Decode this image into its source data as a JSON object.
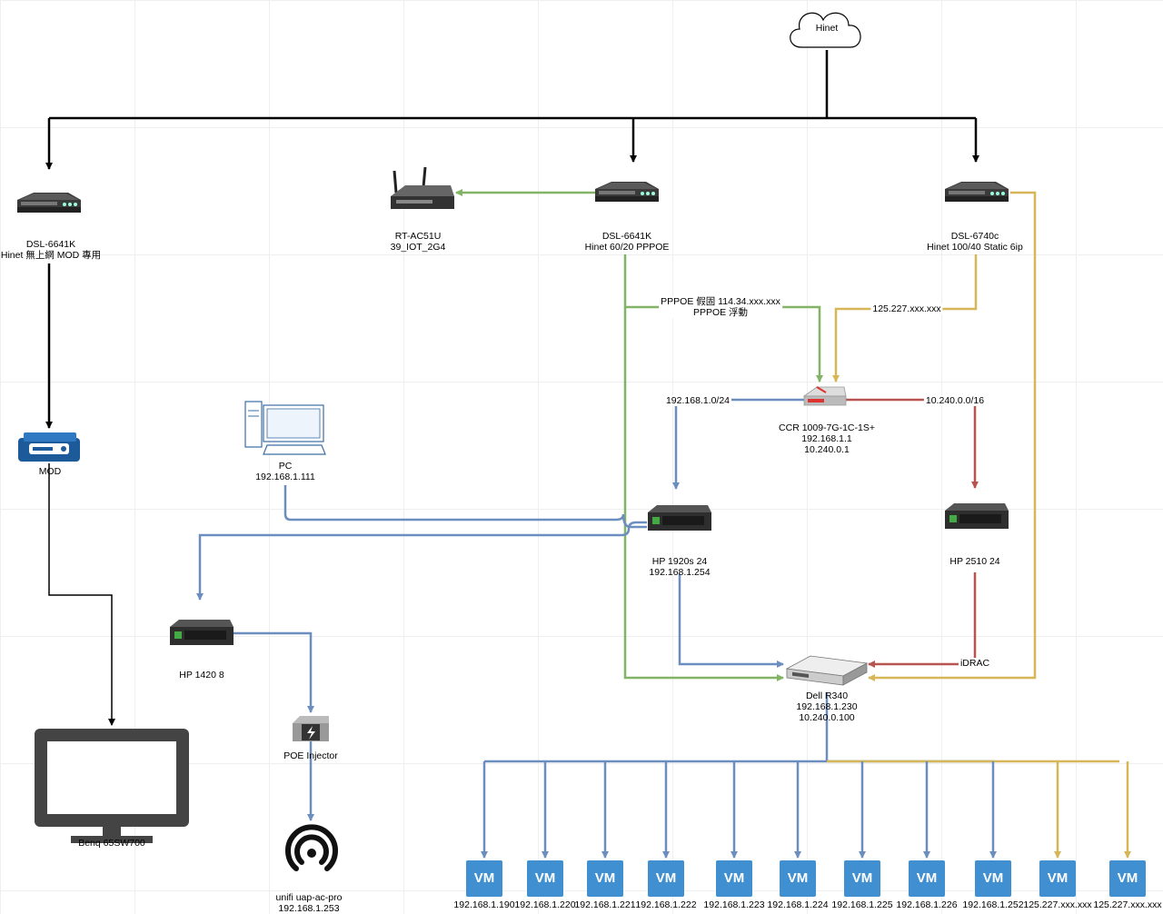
{
  "cloud": {
    "label": "Hinet"
  },
  "devices": {
    "modem_mod": {
      "name": "DSL-6641K",
      "desc": "Hinet 無上網 MOD 專用"
    },
    "router_rt": {
      "name": "RT-AC51U",
      "desc": "39_IOT_2G4"
    },
    "modem_pppoe": {
      "name": "DSL-6641K",
      "desc": "Hinet 60/20 PPPOE"
    },
    "modem_static": {
      "name": "DSL-6740c",
      "desc": "Hinet 100/40 Static 6ip"
    },
    "mod_box": {
      "name": "MOD"
    },
    "pc": {
      "name": "PC",
      "ip": "192.168.1.111"
    },
    "ccr": {
      "name": "CCR 1009-7G-1C-1S+",
      "ip1": "192.168.1.1",
      "ip2": "10.240.0.1"
    },
    "hp1920": {
      "name": "HP 1920s 24",
      "ip": "192.168.1.254"
    },
    "hp2510": {
      "name": "HP 2510 24"
    },
    "hp1420": {
      "name": "HP 1420 8"
    },
    "poe": {
      "name": "POE Injector"
    },
    "dell": {
      "name": "Dell R340",
      "ip1": "192.168.1.230",
      "ip2": "10.240.0.100"
    },
    "tv": {
      "name": "Benq 65SW700"
    },
    "unifi": {
      "name": "unifi uap-ac-pro",
      "ip": "192.168.1.253"
    }
  },
  "edge_labels": {
    "pppoe": {
      "line1": "PPPOE 假固 114.34.xxx.xxx",
      "line2": "PPPOE 浮動"
    },
    "static": "125.227.xxx.xxx",
    "lan": "192.168.1.0/24",
    "mgmt": "10.240.0.0/16",
    "idrac": "iDRAC"
  },
  "vms": [
    {
      "label": "VM",
      "ip": "192.168.1.190"
    },
    {
      "label": "VM",
      "ip": "192.168.1.220"
    },
    {
      "label": "VM",
      "ip": "192.168.1.221"
    },
    {
      "label": "VM",
      "ip": "192.168.1.222"
    },
    {
      "label": "VM",
      "ip": "192.168.1.223"
    },
    {
      "label": "VM",
      "ip": "192.168.1.224"
    },
    {
      "label": "VM",
      "ip": "192.168.1.225"
    },
    {
      "label": "VM",
      "ip": "192.168.1.226"
    },
    {
      "label": "VM",
      "ip": "192.168.1.252"
    },
    {
      "label": "VM",
      "ip": "125.227.xxx.xxx"
    },
    {
      "label": "VM",
      "ip": "125.227.xxx.xxx"
    }
  ],
  "colors": {
    "black": "#000000",
    "green": "#82b366",
    "yellow": "#d6b656",
    "blue": "#6c8ebf",
    "red": "#b85450",
    "vm": "#3f8fd1"
  }
}
